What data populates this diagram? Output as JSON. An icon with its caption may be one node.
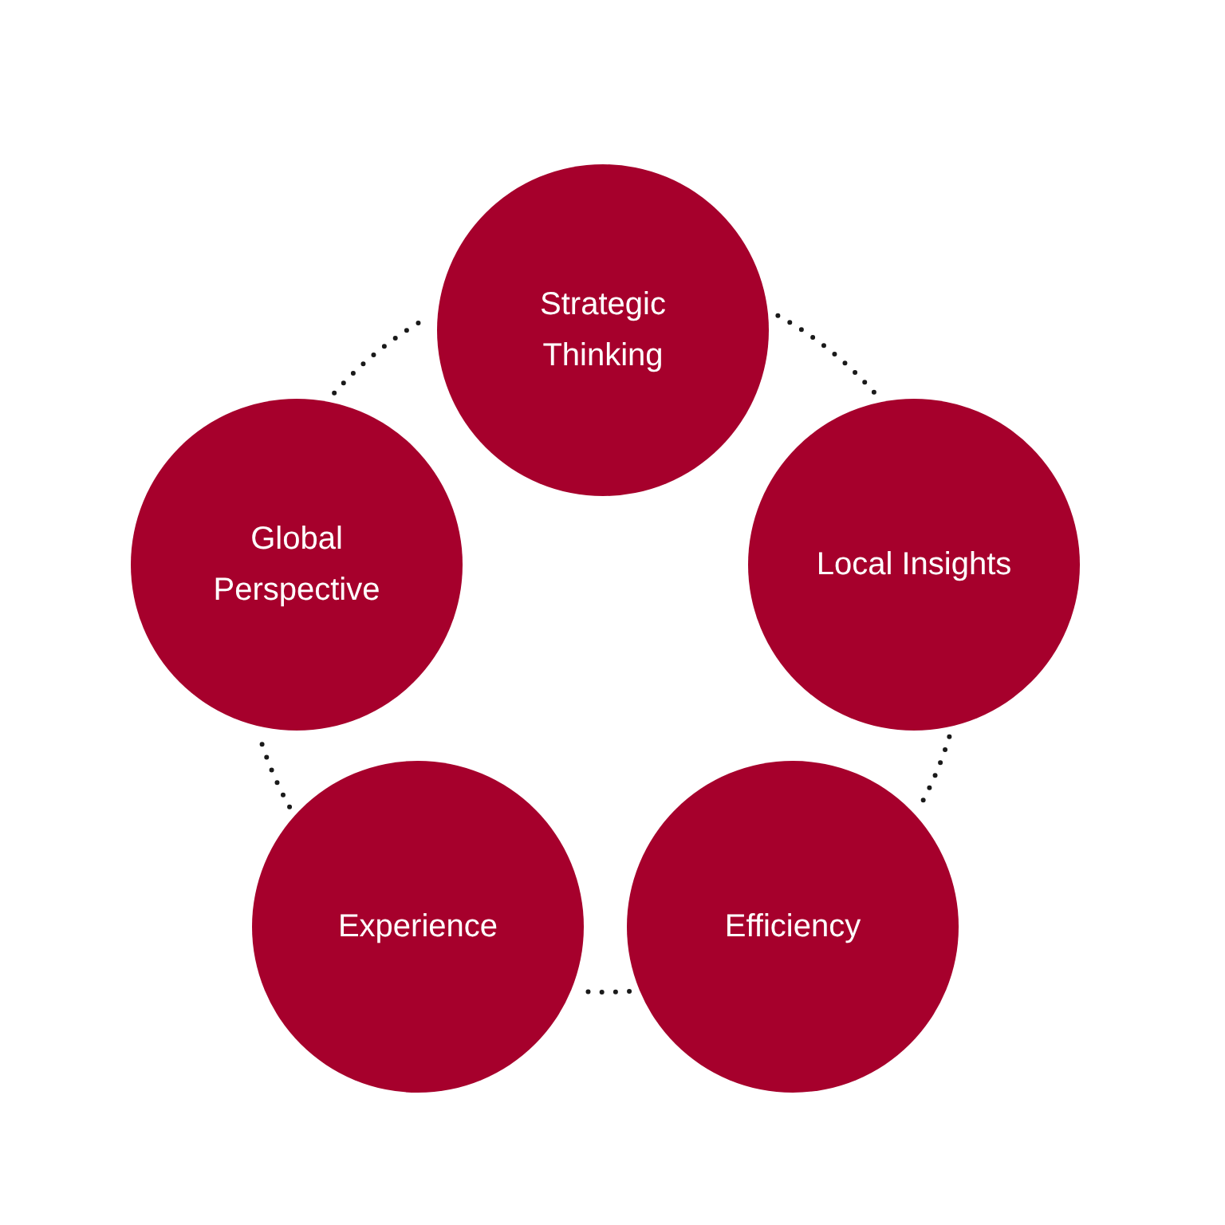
{
  "diagram": {
    "nodes": [
      {
        "text": [
          "Strategic Thinking"
        ]
      },
      {
        "text": [
          "Local Insights"
        ]
      },
      {
        "text": [
          "Efficiency"
        ]
      },
      {
        "text": [
          "Experience"
        ]
      },
      {
        "text": [
          "Global Perspective"
        ]
      }
    ],
    "edges": [
      {
        "from": 0,
        "to": 1,
        "arrow": "none",
        "style": "dashed"
      },
      {
        "from": 1,
        "to": 2,
        "arrow": "none",
        "style": "dashed"
      },
      {
        "from": 2,
        "to": 3,
        "arrow": "none",
        "style": "dashed"
      },
      {
        "from": 3,
        "to": 4,
        "arrow": "none",
        "style": "dashed"
      },
      {
        "from": 4,
        "to": 0,
        "arrow": "none",
        "style": "dashed"
      }
    ]
  }
}
